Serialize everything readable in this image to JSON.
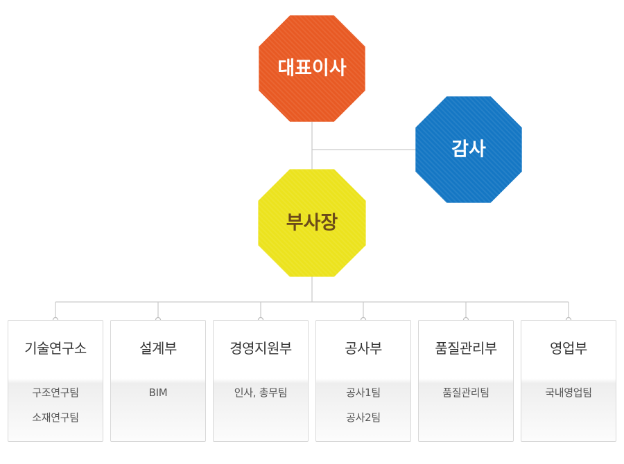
{
  "org": {
    "ceo": {
      "label": "대표이사",
      "color": "#e85a24",
      "text_color": "#ffffff"
    },
    "auditor": {
      "label": "감사",
      "color": "#1577c4",
      "text_color": "#ffffff"
    },
    "vice_president": {
      "label": "부사장",
      "color": "#ece31e",
      "text_color": "#6b4a1a"
    },
    "departments": [
      {
        "title": "기술연구소",
        "teams": [
          "구조연구팀",
          "소재연구팀"
        ]
      },
      {
        "title": "설계부",
        "teams": [
          "BIM"
        ]
      },
      {
        "title": "경영지원부",
        "teams": [
          "인사, 총무팀"
        ]
      },
      {
        "title": "공사부",
        "teams": [
          "공사1팀",
          "공사2팀"
        ]
      },
      {
        "title": "품질관리부",
        "teams": [
          "품질관리팀"
        ]
      },
      {
        "title": "영업부",
        "teams": [
          "국내영업팀"
        ]
      }
    ]
  }
}
